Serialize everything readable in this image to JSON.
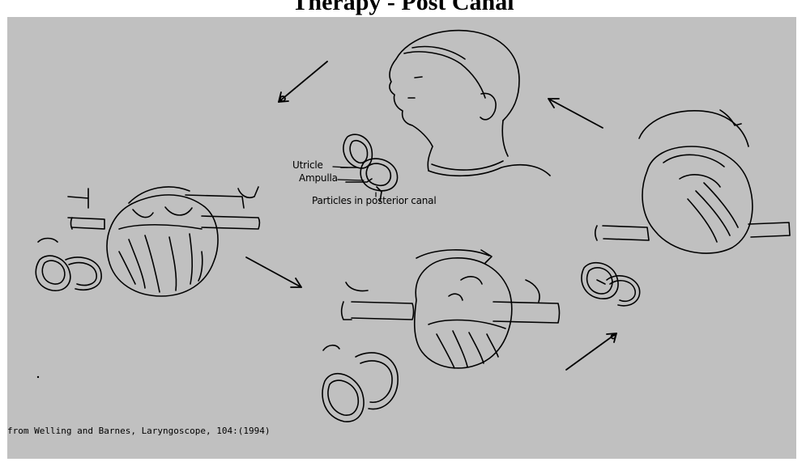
{
  "title": "Therapy - Post Canal",
  "labels": {
    "utricle": "Utricle",
    "ampulla": "Ampulla",
    "particles": "Particles in posterior canal"
  },
  "credit": "from Welling and Barnes, Laryngoscope, 104:(1994)",
  "colors": {
    "background": "#c0c0c0",
    "ink": "#000000",
    "page": "#ffffff"
  }
}
